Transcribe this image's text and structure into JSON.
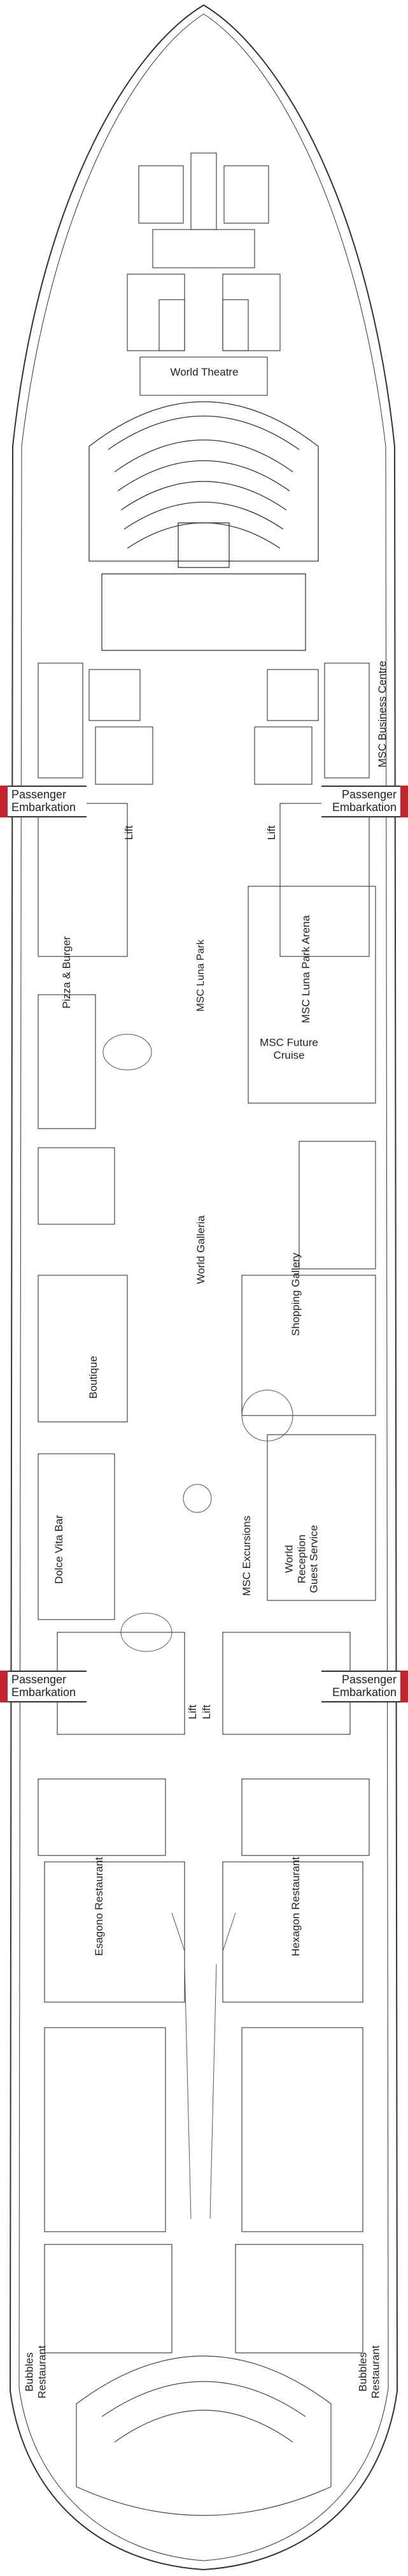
{
  "accent_colors": {
    "embarkation_marker": "#c3262f",
    "outline": "#333333",
    "background": "#ffffff"
  },
  "labels": {
    "world_theatre": "World Theatre",
    "msc_business_centre": "MSC Business Centre",
    "passenger_embarkation": "Passenger Embarkation",
    "lift": "Lift",
    "pizza_burger": "Pizza & Burger",
    "msc_luna_park": "MSC Luna Park",
    "msc_luna_park_arena": "MSC Luna Park Arena",
    "msc_future_cruise": "MSC Future Cruise",
    "world_galleria": "World Galleria",
    "shopping_gallery": "Shopping Gallery",
    "boutique": "Boutique",
    "dolce_vita_bar": "Dolce Vita Bar",
    "msc_excursions": "MSC Excursions",
    "world_reception_guest_service": "World Reception Guest Service",
    "esagono_restaurant": "Esagono Restaurant",
    "hexagon_restaurant": "Hexagon Restaurant",
    "bubbles_restaurant": "Bubbles Restaurant"
  }
}
